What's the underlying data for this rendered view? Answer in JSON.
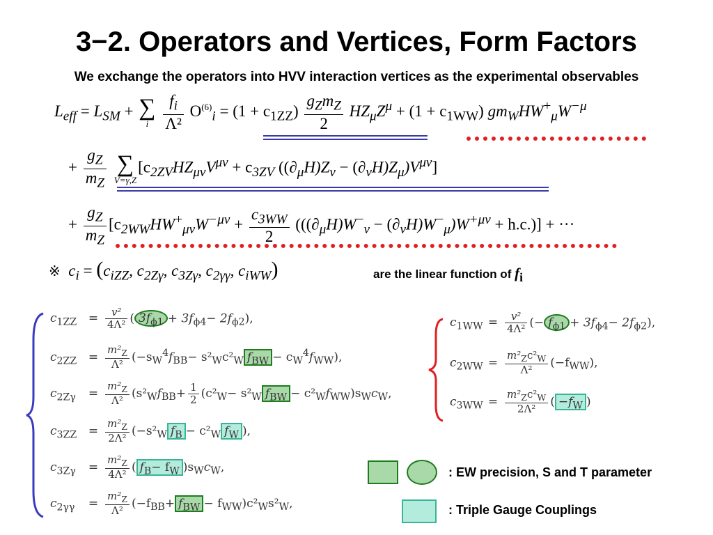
{
  "title": "3−2. Operators and Vertices, Form Factors",
  "subtitle": "We exchange the operators into HVV interaction vertices as the experimental observables",
  "eq1": {
    "lhs": "L",
    "lhs_sub": "eff",
    "sm": "L",
    "sm_sub": "SM",
    "plus": "+",
    "sum_sym": "∑",
    "sum_idx": "i",
    "frac_num": "f",
    "frac_num_sub": "i",
    "frac_den": "Λ²",
    "op": "O",
    "op_sup": "(6)",
    "op_sub": "i",
    "eqsign": "=",
    "p1": "(1 + c",
    "p1_sub": "1ZZ",
    "p1_close": ")",
    "gzmz_num": "g",
    "gzmz_num_sub": "Z",
    "gzmz_num2": "m",
    "gzmz_num2_sub": "Z",
    "gzmz_den": "2",
    "hz": "HZ",
    "hz_sub": "μ",
    "hz2": "Z",
    "hz2_sup": "μ",
    "p2": "+ (1 + c",
    "p2_sub": "1WW",
    "p2_close": ")",
    "gm": "gm",
    "gm_sub": "W",
    "hw": "HW",
    "hw_sup": "+",
    "hw_sub": "μ",
    "w2": "W",
    "w2_sup": "−μ"
  },
  "eq2": {
    "plus": "+",
    "frac_num": "g",
    "frac_num_sub": "Z",
    "frac_den": "m",
    "frac_den_sub": "Z",
    "sum_sym": "∑",
    "sum_idx": "V=γ,Z",
    "b1": "[c",
    "b1_sub": "2ZV",
    "hz": "HZ",
    "hz_sub": "μν",
    "v": "V",
    "v_sup": "μν",
    "t2": "+ c",
    "t2_sub": "3ZV",
    "t3": "((∂",
    "t3_sub": "μ",
    "t4": "H)Z",
    "t4_sub": "ν",
    "t5": "− (∂",
    "t5_sub": "ν",
    "t6": "H)Z",
    "t6_sub": "μ",
    "t7": ")V",
    "t7_sup": "μν",
    "t8": "]"
  },
  "eq3": {
    "plus": "+",
    "frac_num": "g",
    "frac_num_sub": "Z",
    "frac_den": "m",
    "frac_den_sub": "Z",
    "b1": "[c",
    "b1_sub": "2WW",
    "hw": "HW",
    "hw_sup": "+",
    "hw_sub": "μν",
    "w": "W",
    "w_sup": "−μν",
    "t2": "+",
    "frac2_num": "c",
    "frac2_num_sub": "3WW",
    "frac2_den": "2",
    "t3": "(((∂",
    "t3_sub": "μ",
    "t4": "H)W",
    "t4_sup": "−",
    "t4_sub": "ν",
    "t5": "− (∂",
    "t5_sub": "ν",
    "t6": "H)W",
    "t6_sup": "−",
    "t6_sub": "μ",
    "t7": ")W",
    "t7_sup": "+μν",
    "t8": "+ h.c.)] + ···"
  },
  "note": {
    "symbol": "※",
    "ci": "c",
    "ci_sub": "i",
    "eqsign": "=",
    "list_open": "(",
    "l1": "c",
    "l1_sub": "iZZ",
    "l2": ", c",
    "l2_sub": "2Zγ",
    "l3": ", c",
    "l3_sub": "3Zγ",
    "l4": ", c",
    "l4_sub": "2γγ",
    "l5": ", c",
    "l5_sub": "iWW",
    "list_close": ")",
    "text": "are the linear function of",
    "f": "f",
    "f_sub": "i"
  },
  "left_eqs": [
    {
      "lhs": "c",
      "lhs_sub": "1ZZ",
      "eq": "=",
      "num": "v²",
      "den": "4Λ²",
      "a": "(",
      "hl": "3f",
      "hl_sub": "ϕ1",
      "b": "+ 3f",
      "b_sub": "ϕ4",
      "c": "− 2f",
      "c_sub": "ϕ2",
      "d": "),"
    },
    {
      "lhs": "c",
      "lhs_sub": "2ZZ",
      "eq": "=",
      "num": "m²",
      "num_sub": "Z",
      "den": "Λ²",
      "a": "(−s",
      "a_sub": "W",
      "a_sup": "4",
      "b": "f",
      "b_sub": "BB",
      "c": "− s²",
      "c_sub": "W",
      "d": "c²",
      "d_sub": "W",
      "hl": "f",
      "hl_sub": "BW",
      "e": "− c",
      "e_sub": "W",
      "e_sup": "4",
      "f": "f",
      "f_sub": "WW",
      "g": "),"
    },
    {
      "lhs": "c",
      "lhs_sub": "2Zγ",
      "eq": "=",
      "num": "m²",
      "num_sub": "Z",
      "den": "Λ²",
      "a": "(s²",
      "a_sub": "W",
      "b": "f",
      "b_sub": "BB",
      "c": "+",
      "half_num": "1",
      "half_den": "2",
      "d": "(c²",
      "d_sub": "W",
      "e": "− s²",
      "e_sub": "W",
      "hl": "f",
      "hl_sub": "BW",
      "f": "− c²",
      "f_sub": "W",
      "g": "f",
      "g_sub": "WW",
      "h": ")s",
      "h_sub": "W",
      "i": "c",
      "i_sub": "W",
      "j": ","
    },
    {
      "lhs": "c",
      "lhs_sub": "3ZZ",
      "eq": "=",
      "num": "m²",
      "num_sub": "Z",
      "den": "2Λ²",
      "a": "(−s²",
      "a_sub": "W",
      "hl1": "f",
      "hl1_sub": "B",
      "b": "− c²",
      "b_sub": "W",
      "hl2": "f",
      "hl2_sub": "W",
      "c": "),"
    },
    {
      "lhs": "c",
      "lhs_sub": "3Zγ",
      "eq": "=",
      "num": "m²",
      "num_sub": "Z",
      "den": "4Λ²",
      "a": "(",
      "hl": "f",
      "hl_sub": "B",
      "hl_mid": "− f",
      "hl_sub2": "W",
      "b": ")s",
      "b_sub": "W",
      "c": "c",
      "c_sub": "W",
      "d": ","
    },
    {
      "lhs": "c",
      "lhs_sub": "2γγ",
      "eq": "=",
      "num": "m²",
      "num_sub": "Z",
      "den": "Λ²",
      "a": "(−f",
      "a_sub": "BB",
      "b": "+",
      "hl": "f",
      "hl_sub": "BW",
      "c": "− f",
      "c_sub": "WW",
      "d": ")c²",
      "d_sub": "W",
      "e": "s²",
      "e_sub": "W",
      "f": ","
    }
  ],
  "right_eqs": [
    {
      "lhs": "c",
      "lhs_sub": "1WW",
      "eq": "=",
      "num": "v²",
      "den": "4Λ²",
      "a": "(−",
      "hl": "f",
      "hl_sub": "ϕ1",
      "b": "+ 3f",
      "b_sub": "ϕ4",
      "c": "− 2f",
      "c_sub": "ϕ2",
      "d": "),"
    },
    {
      "lhs": "c",
      "lhs_sub": "2WW",
      "eq": "=",
      "num": "m²",
      "num_sub": "Z",
      "num2": "c²",
      "num2_sub": "W",
      "den": "Λ²",
      "a": "(−f",
      "a_sub": "WW",
      "b": "),"
    },
    {
      "lhs": "c",
      "lhs_sub": "3WW",
      "eq": "=",
      "num": "m²",
      "num_sub": "Z",
      "num2": "c²",
      "num2_sub": "W",
      "den": "2Λ²",
      "a": "(",
      "hl": "−f",
      "hl_sub": "W",
      "b": ")"
    }
  ],
  "legend": {
    "ew": ": EW precision, S and T parameter",
    "tgc": ": Triple Gauge Couplings"
  },
  "colors": {
    "blue_brace": "#3a3ac0",
    "red_brace": "#e02020",
    "green_fill": "#a9d8a9",
    "green_border": "#1e7b1e",
    "cyan_fill": "#b3ecdd",
    "cyan_border": "#37b596"
  }
}
